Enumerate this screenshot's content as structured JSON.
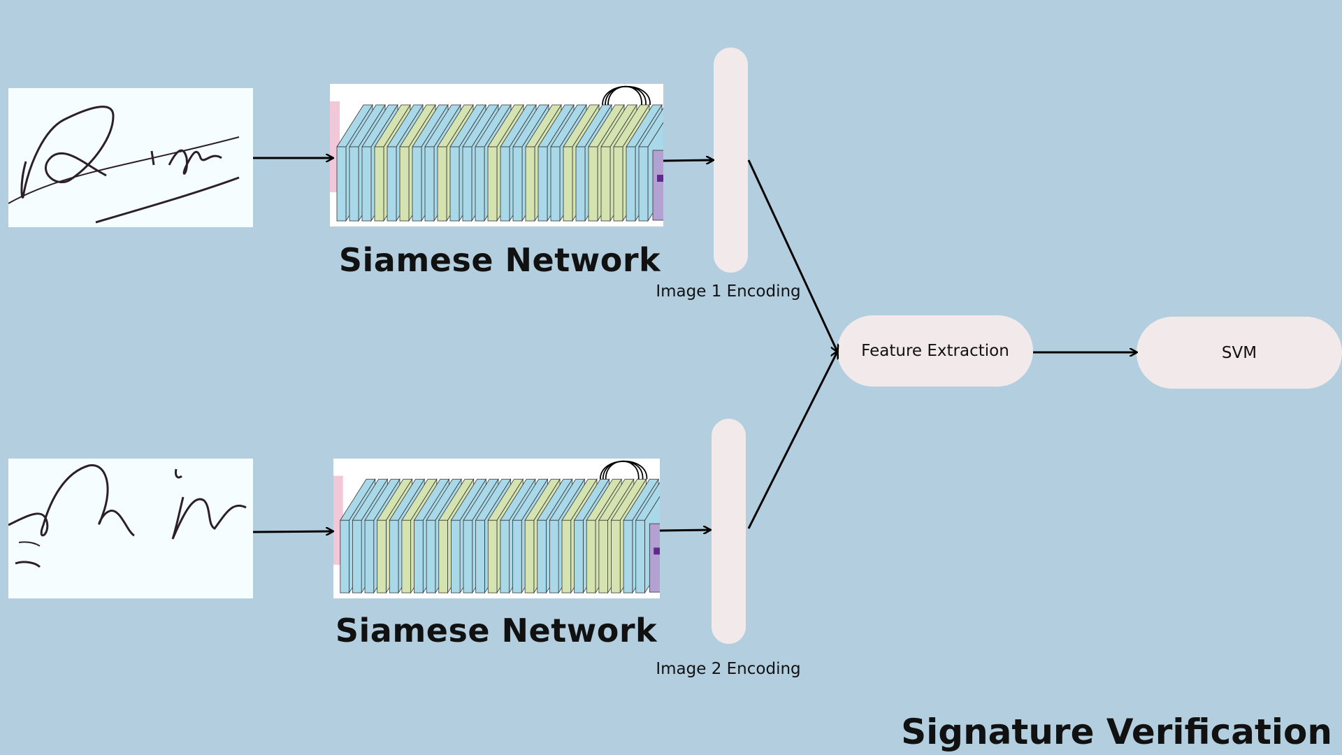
{
  "diagram": {
    "title": "Signature Verification",
    "network_label_1": "Siamese Network",
    "network_label_2": "Siamese Network",
    "encoding_label_1": "Image 1 Encoding",
    "encoding_label_2": "Image 2 Encoding",
    "feature_extraction_label": "Feature Extraction",
    "svm_label": "SVM"
  },
  "colors": {
    "background": "#b3cfdf",
    "node_fill": "#f2eaea",
    "layer_blue": "#a9d9e8",
    "layer_green": "#d4e3b0",
    "pooling_purple": "#b3a2d1",
    "arrow": "#000000"
  },
  "icons": [
    "signature-image",
    "cnn-architecture-figure",
    "arrow"
  ]
}
